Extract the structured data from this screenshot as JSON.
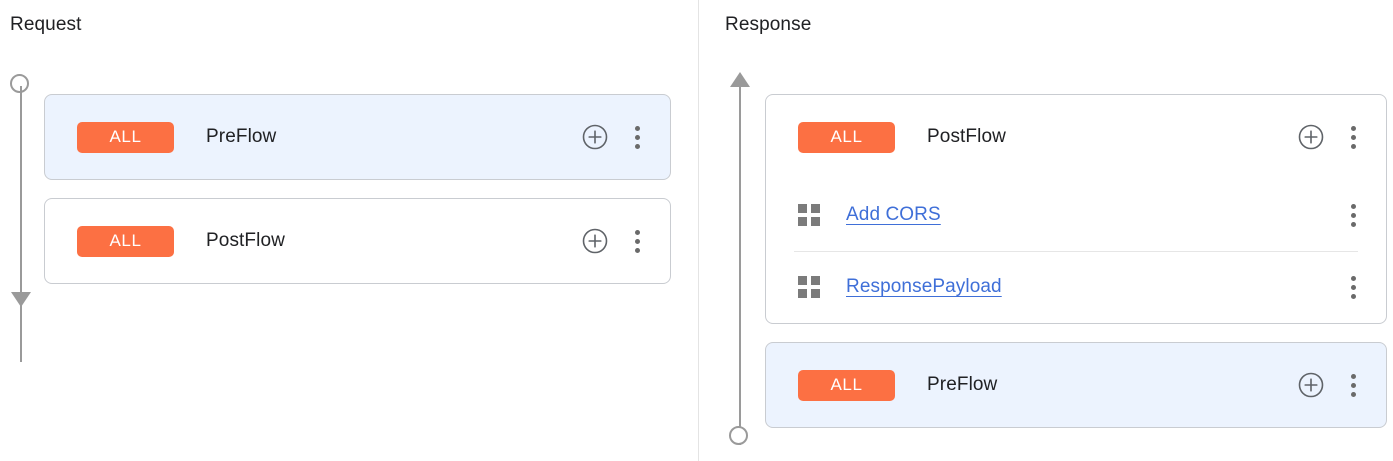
{
  "panels": [
    {
      "id": "request",
      "title": "Request",
      "rail": {
        "start_marker": "circle",
        "end_marker": "arrow-down",
        "direction": "downward"
      },
      "cards": [
        {
          "selected": true,
          "badge": "ALL",
          "name": "PreFlow",
          "add_icon": "plus-circle-icon",
          "menu_icon": "more-vert-icon",
          "policies": []
        },
        {
          "selected": false,
          "badge": "ALL",
          "name": "PostFlow",
          "add_icon": "plus-circle-icon",
          "menu_icon": "more-vert-icon",
          "policies": []
        }
      ]
    },
    {
      "id": "response",
      "title": "Response",
      "rail": {
        "start_marker": "arrow-up",
        "end_marker": "circle",
        "direction": "upward"
      },
      "cards": [
        {
          "selected": false,
          "badge": "ALL",
          "name": "PostFlow",
          "add_icon": "plus-circle-icon",
          "menu_icon": "more-vert-icon",
          "policies": [
            {
              "icon": "policy-grid-icon",
              "label": "Add CORS",
              "menu_icon": "more-vert-icon",
              "divided": false
            },
            {
              "icon": "policy-grid-icon",
              "label": "ResponsePayload",
              "menu_icon": "more-vert-icon",
              "divided": true
            }
          ]
        },
        {
          "selected": true,
          "badge": "ALL",
          "name": "PreFlow",
          "add_icon": "plus-circle-icon",
          "menu_icon": "more-vert-icon",
          "policies": []
        }
      ]
    }
  ],
  "colors": {
    "badge_background": "#FC7043",
    "badge_text": "#FFFFFF",
    "selected_card_background": "#ECF3FE",
    "card_border": "#C9CCD1",
    "link": "#3F6FD8",
    "rail": "#9A9A9A",
    "icon_gray": "#6A6A6A",
    "divider": "#E4E4E4"
  }
}
